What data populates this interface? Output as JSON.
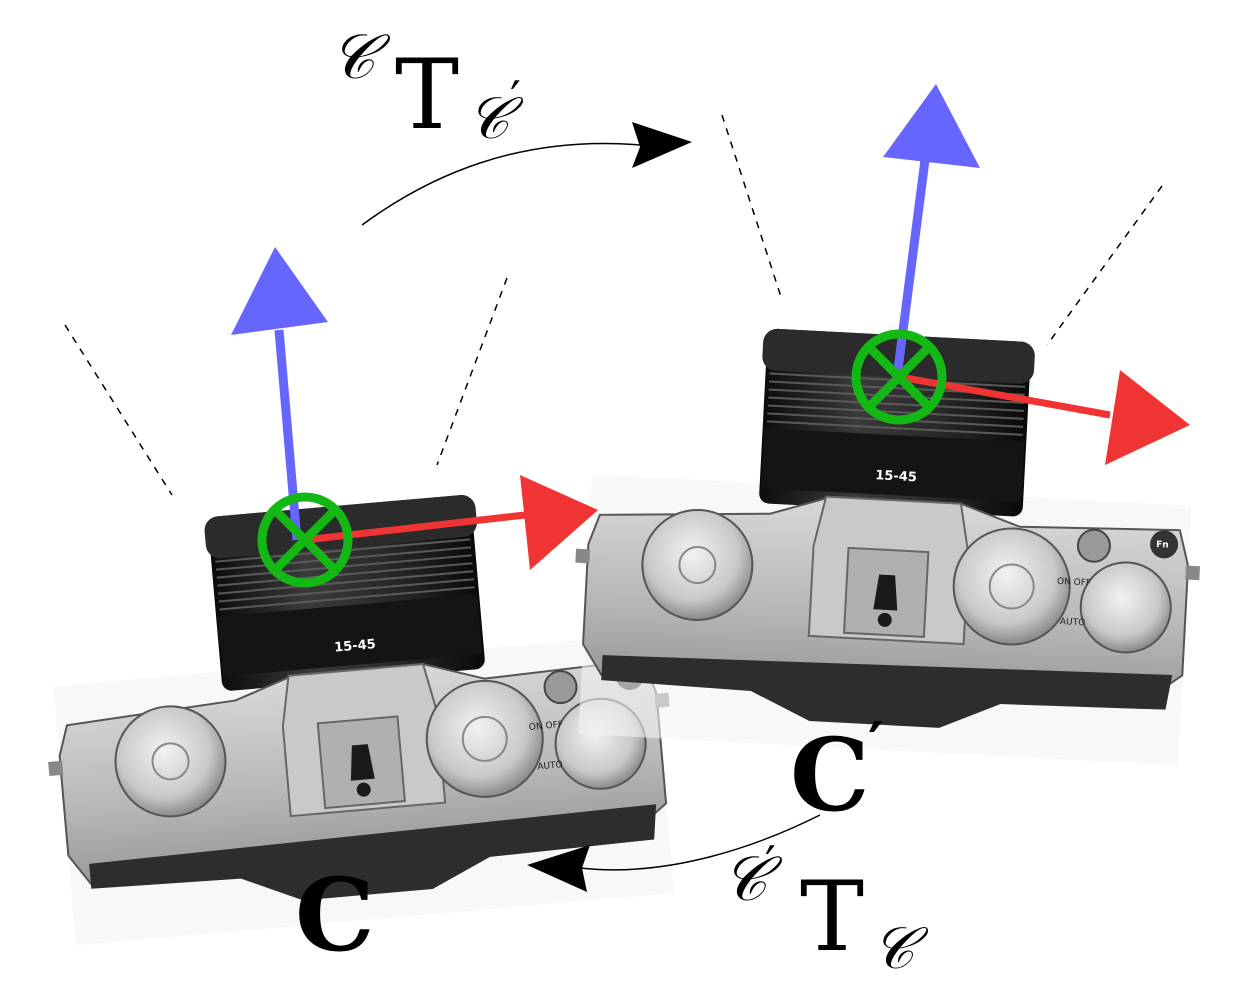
{
  "labels": {
    "transform_top": {
      "superscript": "𝒞",
      "base": "T",
      "subscript": "𝒞",
      "sub_prime": "′"
    },
    "transform_bottom": {
      "superscript": "𝒞",
      "sup_prime": "′",
      "base": "T",
      "subscript": "𝒞"
    },
    "camera_left": "C",
    "camera_right": "C",
    "camera_right_prime": "′"
  },
  "camera_details": {
    "lens_marking": "15-45",
    "switch_on_off": "ON OFF",
    "switch_auto": "AUTO",
    "button_fn": "Fn"
  },
  "axis_colors": {
    "x_axis": "#f03434",
    "y_axis": "#6666ff",
    "z_axis": "#14b814"
  },
  "icons": [
    "camera-body",
    "lens",
    "dial",
    "x-axis-arrow",
    "y-axis-arrow",
    "z-axis-into-page-icon",
    "transform-arrow"
  ]
}
